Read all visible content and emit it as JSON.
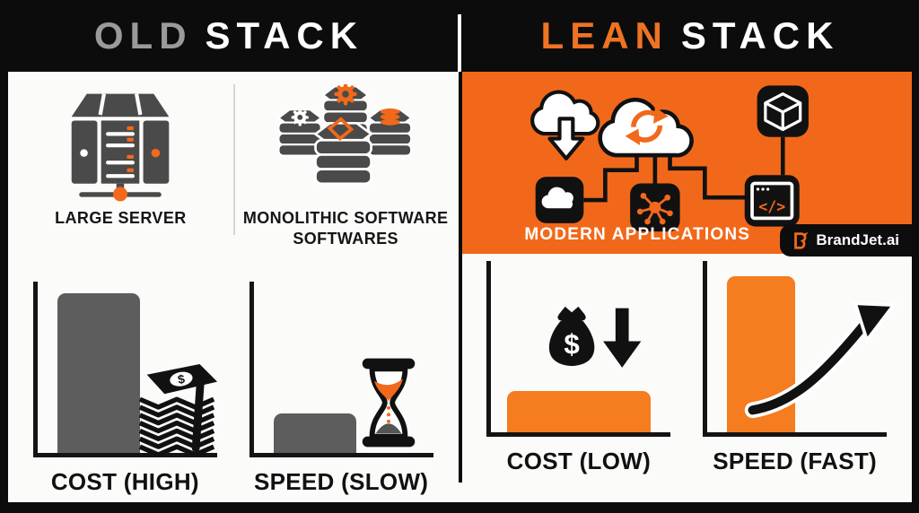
{
  "title": "OLD STACK vs LEAN STACK infographic",
  "colors": {
    "frame_black": "#0c0c0c",
    "panel_white": "#fbfbfa",
    "accent_orange": "#f2681a",
    "bar_orange": "#f57c1f",
    "bar_gray": "#5d5d5d",
    "icon_gray": "#4a4a4a",
    "old_highlight_gray": "#9a9a9a",
    "lean_highlight_orange": "#ee7322",
    "white": "#ffffff"
  },
  "header": {
    "left": {
      "highlight": "OLD",
      "rest": "STACK"
    },
    "right": {
      "highlight": "LEAN",
      "rest": "STACK"
    }
  },
  "old_stack": {
    "server_icon": "server-icon",
    "server_label": "LARGE SERVER",
    "monolith_icon": "monolith-hexagon-stack-icon",
    "monolith_label_line1": "MONOLITHIC SOFTWARE",
    "monolith_label_line2": "SOFTWARES",
    "cost_chart": {
      "label": "COST (HIGH)",
      "value": "high",
      "bar_height": "93%",
      "bar_width": "46%",
      "icon": "money-stack-icon"
    },
    "speed_chart": {
      "label": "SPEED (SLOW)",
      "value": "slow",
      "bar_height": "23%",
      "bar_width": "46%",
      "icon": "hourglass-icon"
    }
  },
  "lean_stack": {
    "diagram_label": "MODERN APPLICATIONS",
    "diagram_icons": [
      "cloud-download-icon",
      "cloud-sync-icon",
      "cube-icon",
      "cloud-tile-icon",
      "network-hub-icon",
      "code-window-icon"
    ],
    "badge_icon": "brandjet-logo-icon",
    "badge_text": "BrandJet.ai",
    "cost_chart": {
      "label": "COST (LOW)",
      "value": "low",
      "bar_height": "24%",
      "bar_width": "80%",
      "icon": "money-bag-arrow-down-icon"
    },
    "speed_chart": {
      "label": "SPEED (FAST)",
      "value": "fast",
      "bar_height": "91%",
      "bar_width": "38%",
      "icon": "growth-arrow-icon"
    }
  }
}
